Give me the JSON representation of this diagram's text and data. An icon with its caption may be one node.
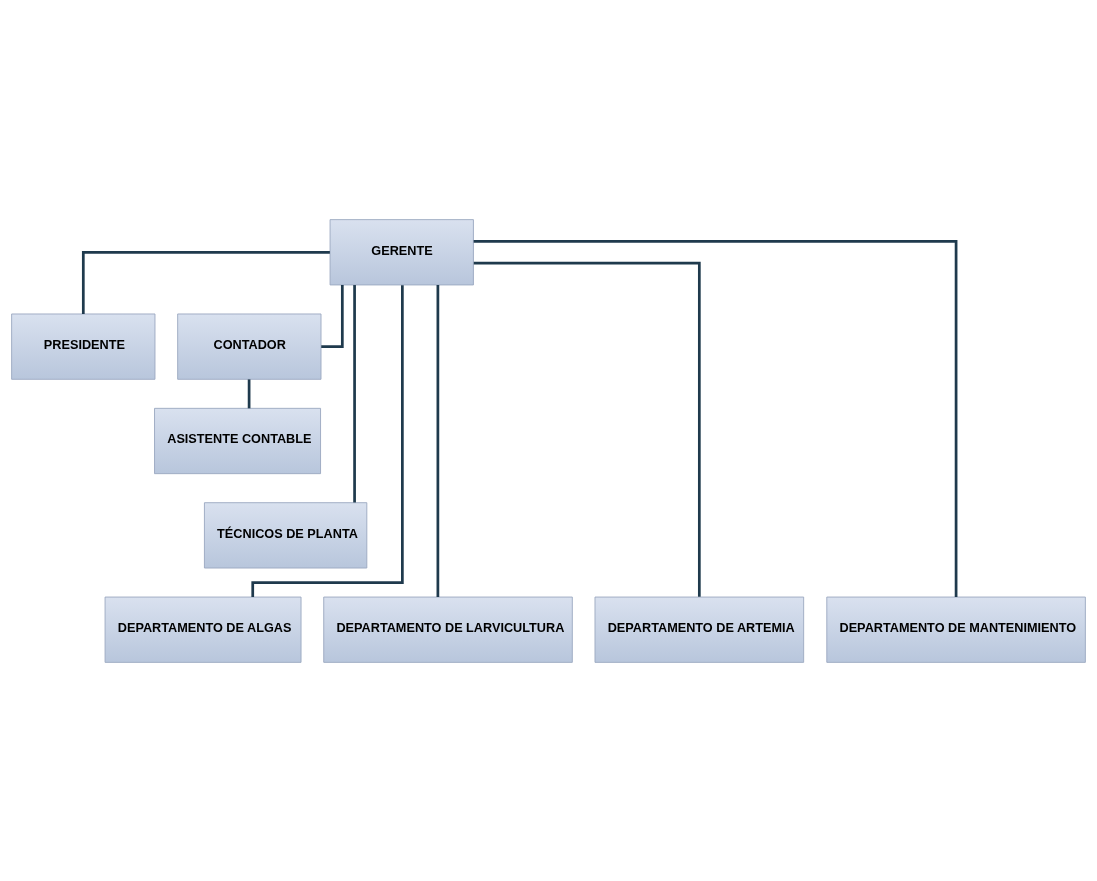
{
  "diagram": {
    "nodes": [
      {
        "text": [
          "GERENTE"
        ]
      },
      {
        "text": [
          "PRESIDENTE"
        ]
      },
      {
        "text": [
          "CONTADOR"
        ]
      },
      {
        "text": [
          "ASISTENTE CONTABLE"
        ]
      },
      {
        "text": [
          "TÉCNICOS DE PLANTA"
        ]
      },
      {
        "text": [
          "DEPARTAMENTO DE ALGAS"
        ]
      },
      {
        "text": [
          "DEPARTAMENTO DE LARVICULTURA"
        ]
      },
      {
        "text": [
          "DEPARTAMENTO DE ARTEMIA"
        ]
      },
      {
        "text": [
          "DEPARTAMENTO DE MANTENIMIENTO"
        ]
      }
    ],
    "edges": [
      {
        "from": 0,
        "to": 1,
        "arrow": "none"
      },
      {
        "from": 0,
        "to": 2,
        "arrow": "none"
      },
      {
        "from": 2,
        "to": 3,
        "arrow": "none"
      },
      {
        "from": 0,
        "to": 4,
        "arrow": "none"
      },
      {
        "from": 0,
        "to": 5,
        "arrow": "none"
      },
      {
        "from": 0,
        "to": 6,
        "arrow": "none"
      },
      {
        "from": 0,
        "to": 7,
        "arrow": "none"
      },
      {
        "from": 0,
        "to": 8,
        "arrow": "none"
      }
    ]
  }
}
